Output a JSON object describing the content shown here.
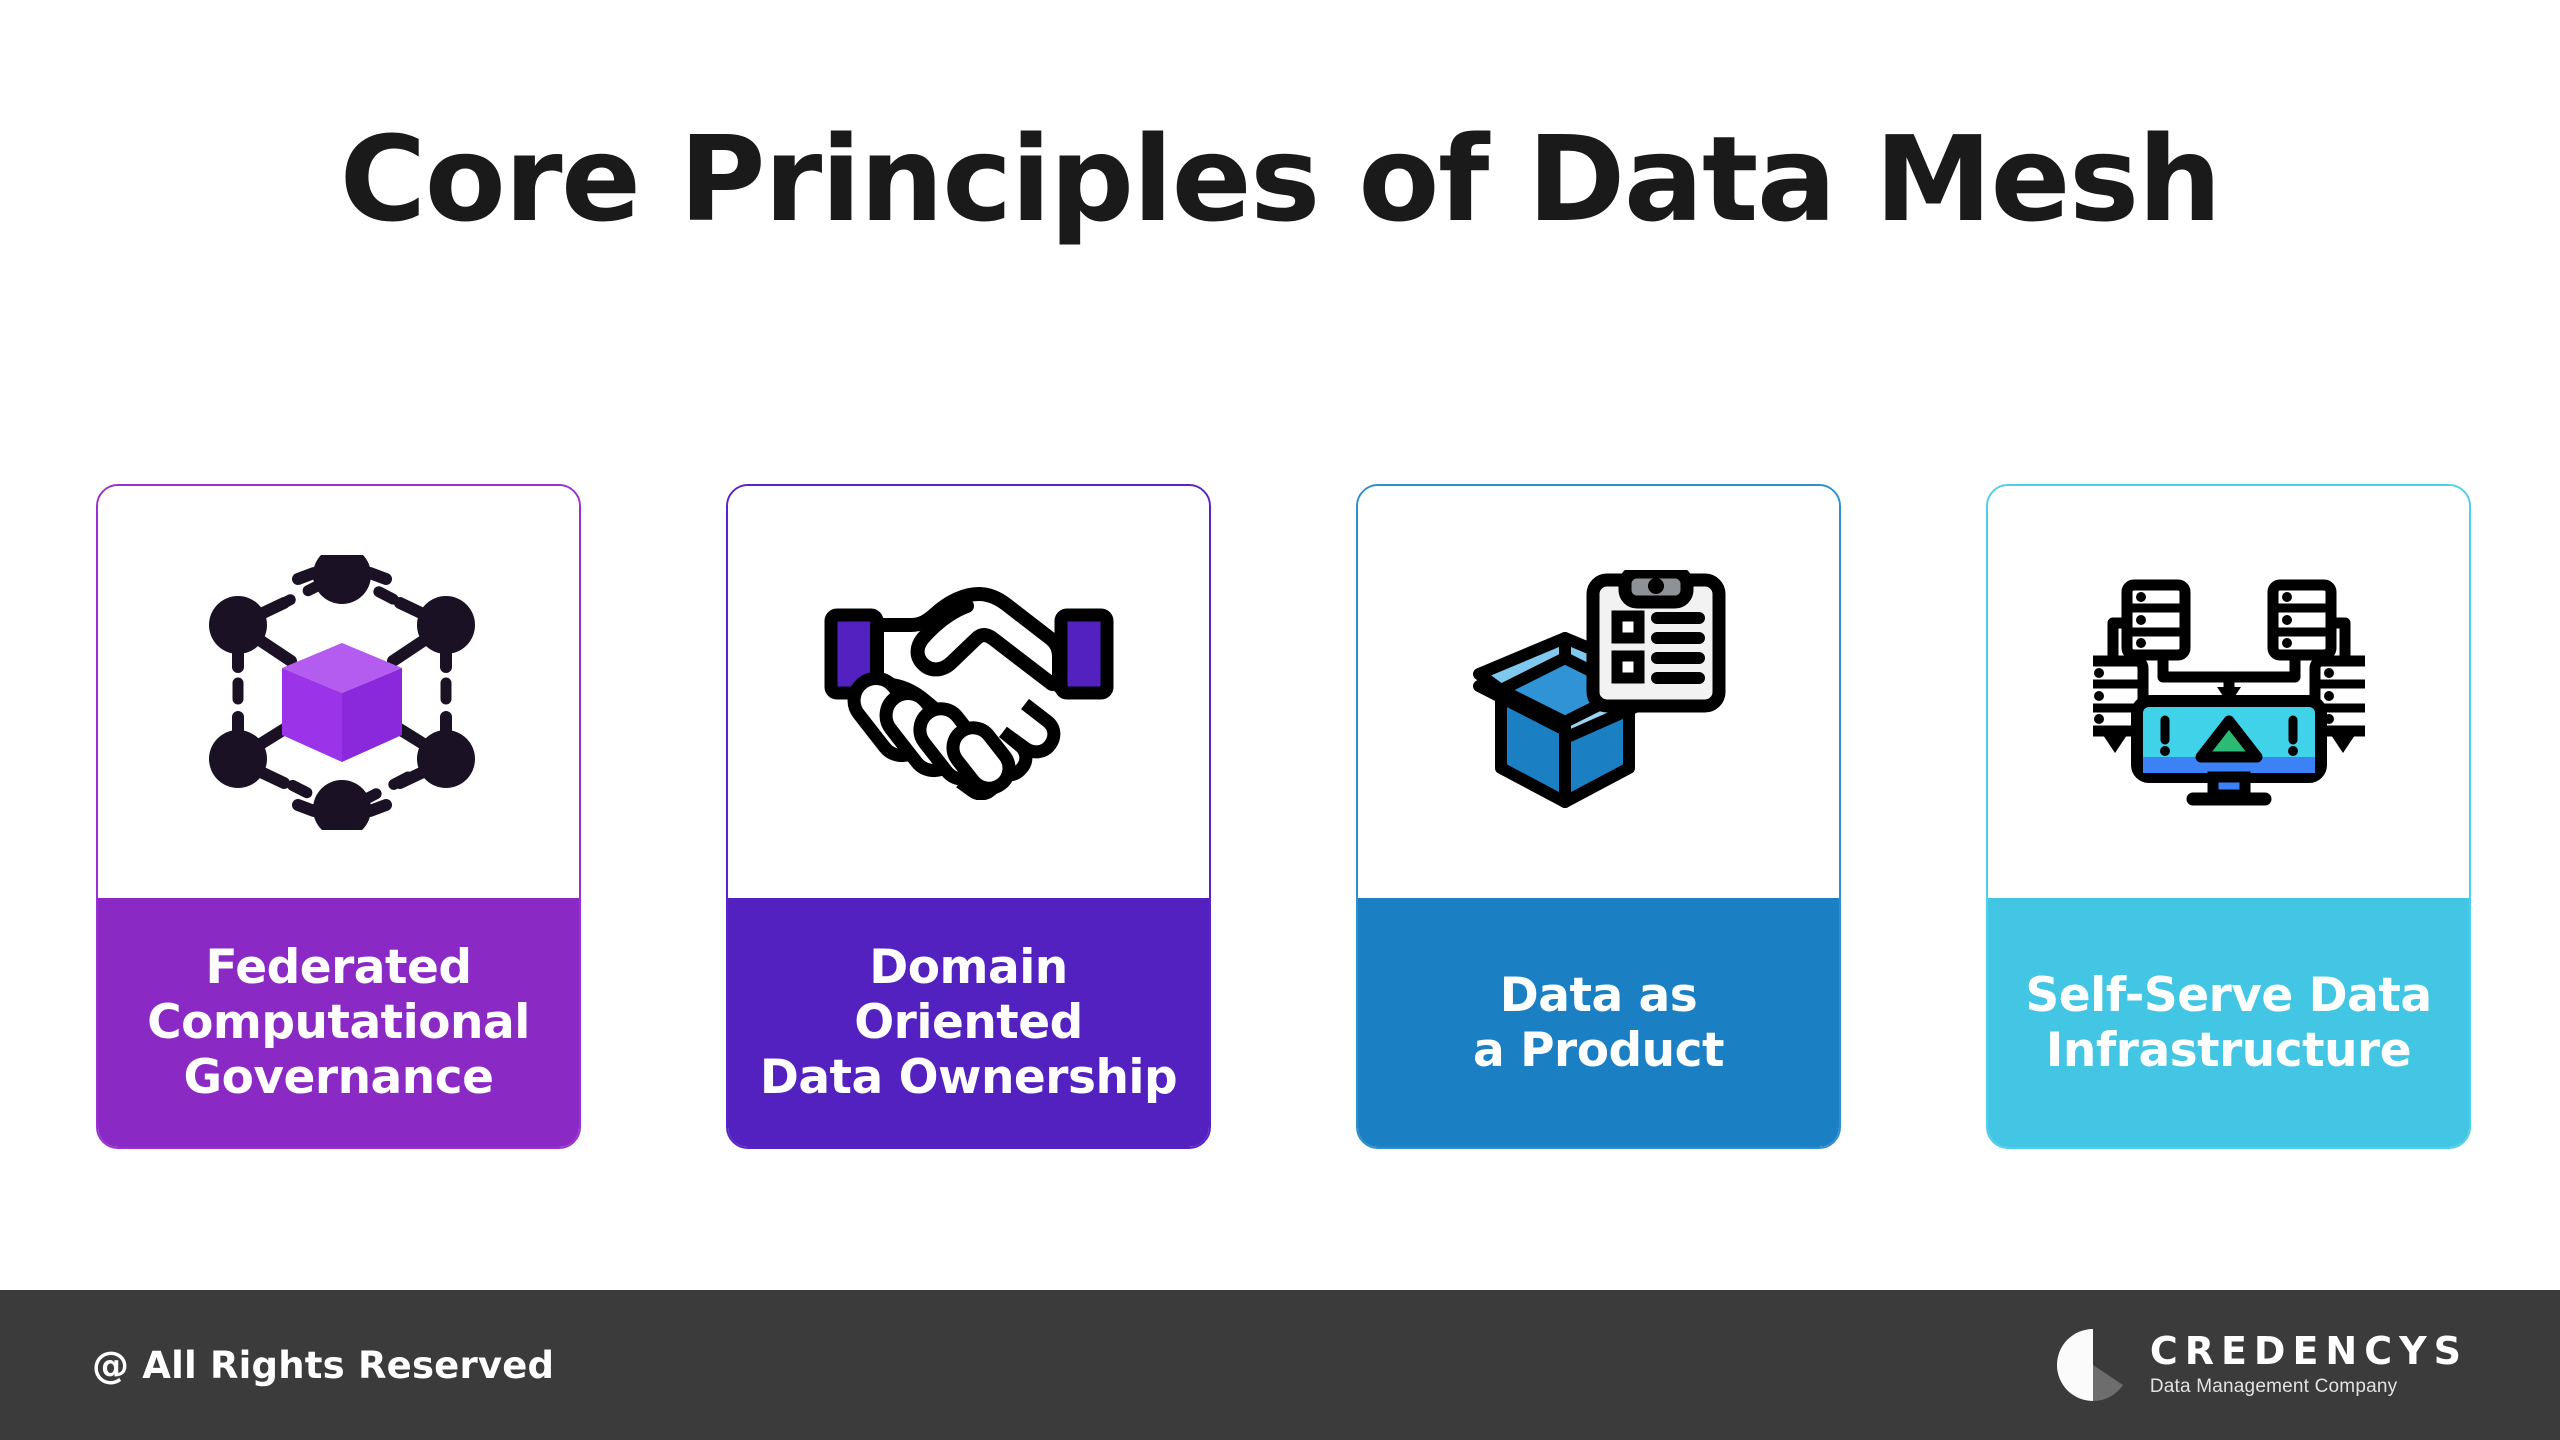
{
  "page": {
    "title": "Core Principles of Data Mesh",
    "background_color": "#FFFFFF",
    "title_color": "#1A1A1A"
  },
  "cards": [
    {
      "label": "Federated\nComputational\nGovernance",
      "band_color": "#8B29C4",
      "border_color": "#9B2FD6",
      "icon_name": "hexagon-network-cube-icon"
    },
    {
      "label": "Domain\nOriented\nData Ownership",
      "band_color": "#5321C0",
      "border_color": "#5B21C9",
      "icon_name": "handshake-icon"
    },
    {
      "label": "Data as\na Product",
      "band_color": "#1B7FC4",
      "border_color": "#2D8FD0",
      "icon_name": "open-box-clipboard-icon"
    },
    {
      "label": "Self-Serve Data\nInfrastructure",
      "band_color": "#42C6E3",
      "border_color": "#4FD0EA",
      "icon_name": "servers-monitor-icon"
    }
  ],
  "footer": {
    "copyright": "@ All Rights Reserved",
    "background_color": "#3B3B3B",
    "brand_name": "CREDENCYS",
    "brand_tagline": "Data Management Company",
    "logo_icon_name": "credencys-circle-wedge-logo-icon"
  }
}
